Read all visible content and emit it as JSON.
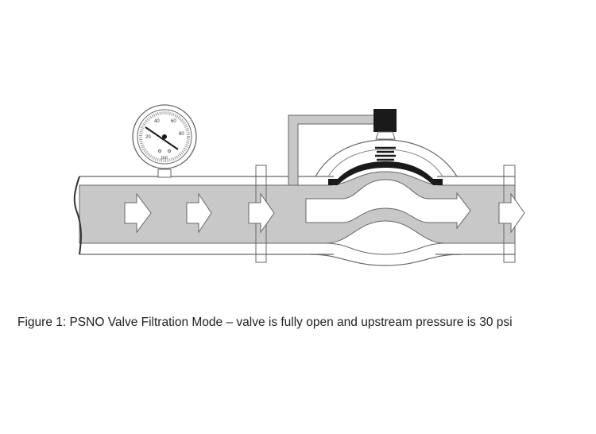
{
  "figure": {
    "caption": "Figure 1: PSNO Valve Filtration Mode – valve is fully open and upstream pressure is 30 psi"
  },
  "gauge": {
    "labels": [
      "20",
      "40",
      "60",
      "80",
      "psi"
    ],
    "reading_psi": 30
  },
  "colors": {
    "fluid": "#c8c8c8",
    "outline": "#555555",
    "diaphragm": "#1a1a1a"
  }
}
